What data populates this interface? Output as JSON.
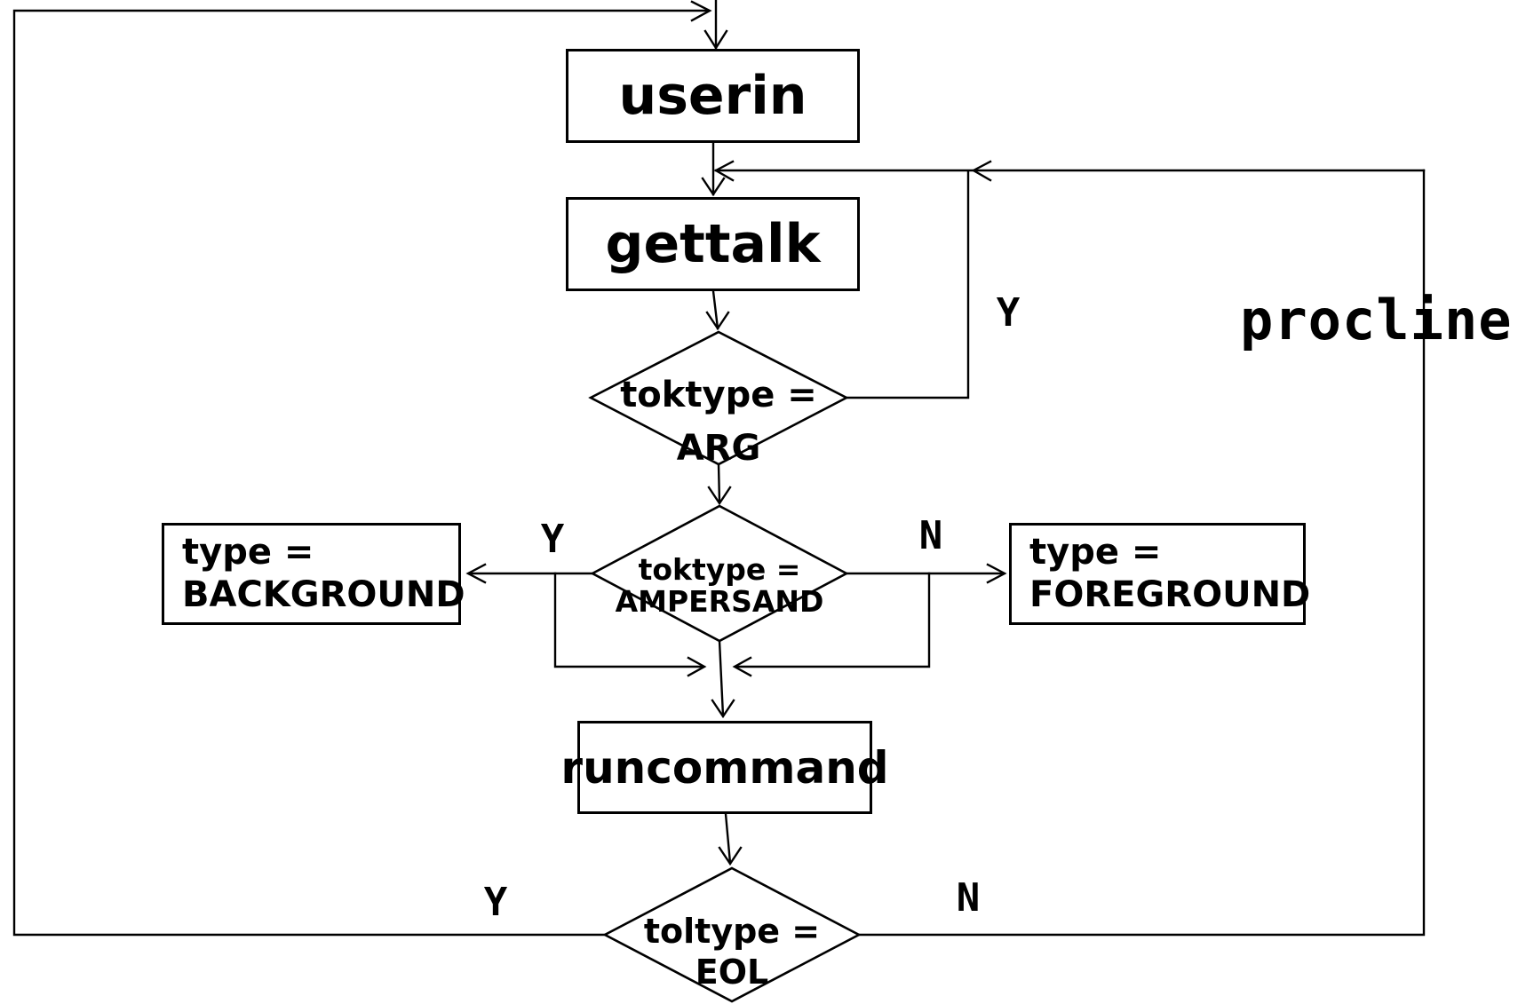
{
  "diagram": {
    "type": "flowchart",
    "routine_label": "procline",
    "colors": {
      "line": "#000000",
      "background": "#ffffff",
      "text": "#000000"
    },
    "nodes": {
      "userin": {
        "shape": "process",
        "label": "userin"
      },
      "gettalk": {
        "shape": "process",
        "label": "gettalk"
      },
      "arg": {
        "shape": "decision",
        "line1": "toktype =",
        "line2": "ARG"
      },
      "ampersand": {
        "shape": "decision",
        "line1": "toktype =",
        "line2": "AMPERSAND"
      },
      "background": {
        "shape": "process",
        "line1": "type =",
        "line2": "BACKGROUND"
      },
      "foreground": {
        "shape": "process",
        "line1": "type =",
        "line2": "FOREGROUND"
      },
      "runcommand": {
        "shape": "process",
        "label": "runcommand"
      },
      "eol": {
        "shape": "decision",
        "line1": "toltype =",
        "line2": "EOL"
      }
    },
    "edge_labels": {
      "arg_yes": "Y",
      "ampersand_yes": "Y",
      "ampersand_no": "N",
      "eol_yes": "Y",
      "eol_no": "N"
    }
  }
}
